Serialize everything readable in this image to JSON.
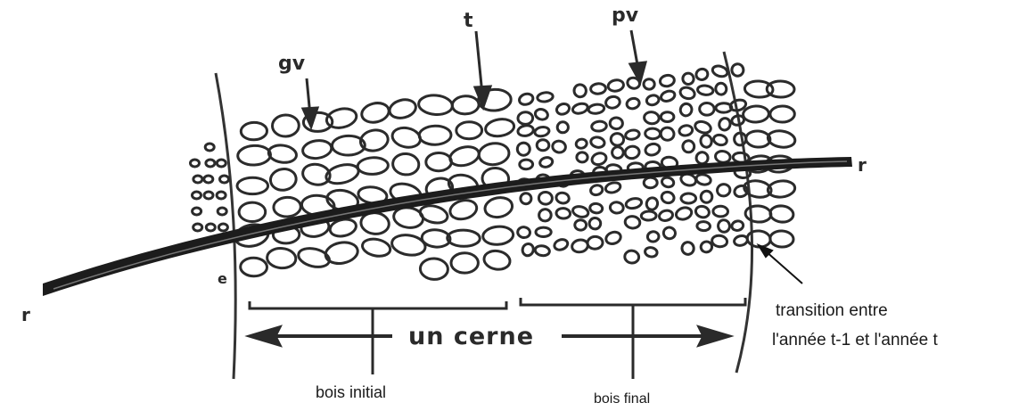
{
  "labels": {
    "gv": "gv",
    "t": "t",
    "pv": "pv",
    "r_left": "r",
    "r_right": "r",
    "e": "e",
    "cerne": "un cerne",
    "transition_line1": "transition entre",
    "transition_line2": "l'année t-1 et l'année t",
    "bois_initial": "bois initial",
    "bois_final": "bois final"
  }
}
